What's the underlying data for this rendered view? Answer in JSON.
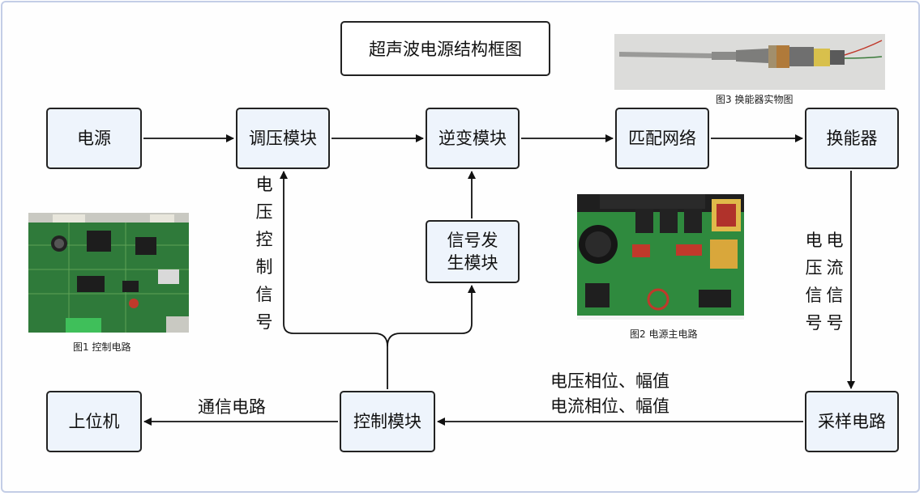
{
  "title": "超声波电源结构框图",
  "blocks": {
    "power_supply": "电源",
    "voltage_regulation": "调压模块",
    "inverter": "逆变模块",
    "matching_network": "匹配网络",
    "transducer": "换能器",
    "signal_generator": "信号发生模块",
    "host_computer": "上位机",
    "control_module": "控制模块",
    "sampling_circuit": "采样电路"
  },
  "labels": {
    "voltage_control_signal": "电压控制信号",
    "voltage_signal": "电压信号",
    "current_signal": "电流信号",
    "voltage_phase_amplitude": "电压相位、幅值",
    "current_phase_amplitude": "电流相位、幅值",
    "communication_circuit": "通信电路"
  },
  "captions": {
    "fig1": "图1 控制电路",
    "fig2": "图2 电源主电路",
    "fig3": "图3 换能器实物图"
  },
  "colors": {
    "box_fill": "#eef4fc",
    "box_border": "#222222",
    "frame_border": "#c3cde6",
    "pcb_green": "#2f7a3a"
  }
}
